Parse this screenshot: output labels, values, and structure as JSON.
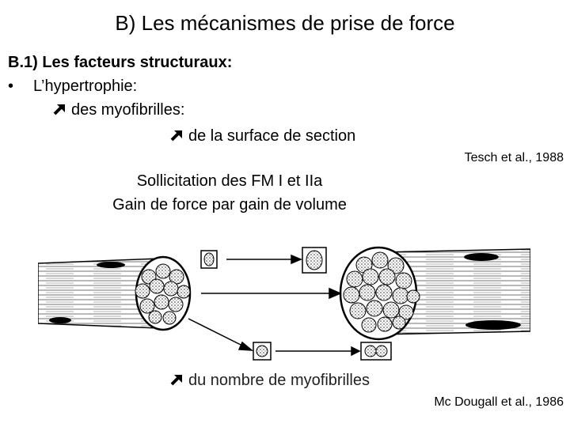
{
  "title": "B) Les mécanismes de prise de force",
  "section": "B.1) Les facteurs structuraux:",
  "bullet": {
    "symbol": "•",
    "text": "L’hypertrophie:"
  },
  "lines": {
    "myofibrilles": "des myofibrilles:",
    "surface": "de la surface de section",
    "nombre": "du nombre de myofibrilles"
  },
  "citations": {
    "tesch": "Tesch et al., 1988",
    "mcdougall": "Mc Dougall et al., 1986"
  },
  "solicitation": {
    "line1": "Sollicitation des FM I et IIa",
    "line2": "Gain de force par gain de volume"
  },
  "icons": {
    "increase": "increase-arrow-icon"
  }
}
